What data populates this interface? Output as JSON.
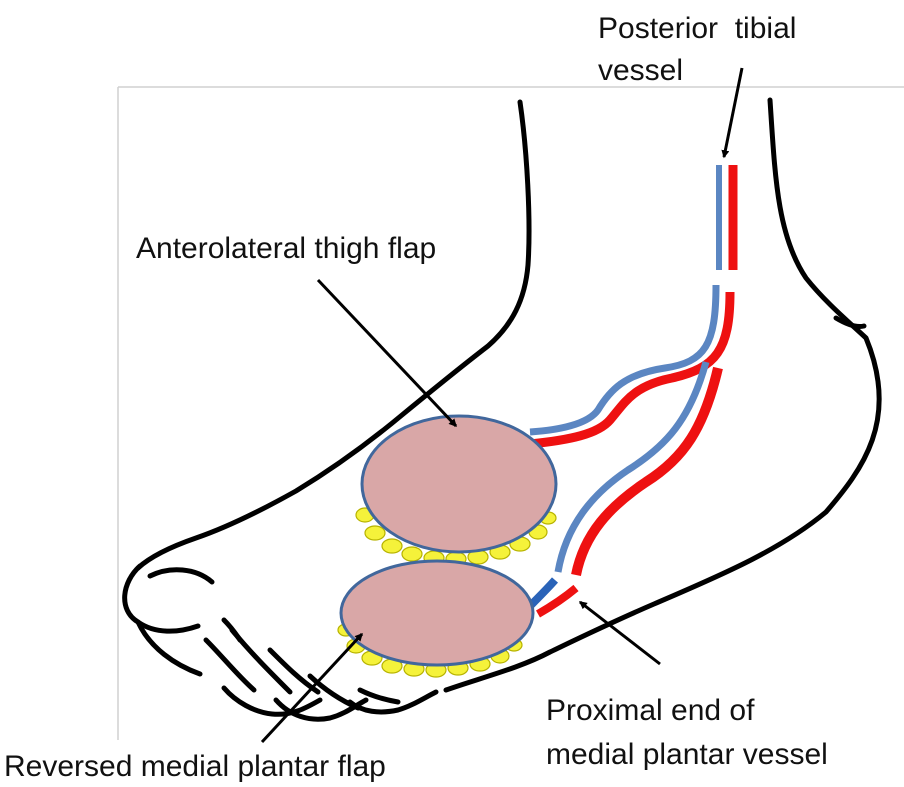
{
  "labels": {
    "posterior_tibial_line1": "Posterior  tibial",
    "posterior_tibial_line2": "vessel",
    "anterolateral_thigh_flap": "Anterolateral thigh flap",
    "proximal_line1": "Proximal end of",
    "proximal_line2": "medial plantar vessel",
    "reversed_medial_plantar_flap": "Reversed medial plantar flap"
  },
  "colors": {
    "artery": "#ee1111",
    "vein": "#5b86c2",
    "flap_fill": "#d9a7a7",
    "flap_outline": "#41679c",
    "fat_fringe": "#f5f23a",
    "foot_outline": "#000000",
    "frame": "#cfcfcf"
  },
  "icons": {
    "arrow": "arrow-icon"
  }
}
